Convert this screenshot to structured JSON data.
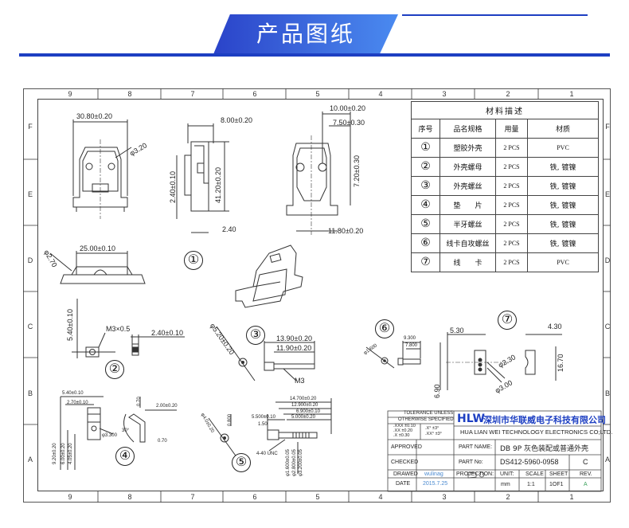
{
  "header": {
    "title": "产品图纸"
  },
  "frame": {
    "columns": [
      "9",
      "8",
      "7",
      "6",
      "5",
      "4",
      "3",
      "2",
      "1"
    ],
    "rows": [
      "F",
      "E",
      "D",
      "C",
      "B",
      "A"
    ]
  },
  "materials": {
    "caption": "材料描述",
    "columns": [
      "序号",
      "品名规格",
      "用量",
      "材质"
    ],
    "rows": [
      {
        "no": "①",
        "name": "塑胶外壳",
        "qty": "2 PCS",
        "mat": "PVC"
      },
      {
        "no": "②",
        "name": "外壳螺母",
        "qty": "2 PCS",
        "mat": "铁, 镀镍"
      },
      {
        "no": "③",
        "name": "外壳螺丝",
        "qty": "2 PCS",
        "mat": "铁, 镀镍"
      },
      {
        "no": "④",
        "name": "垫　　片",
        "qty": "2 PCS",
        "mat": "铁, 镀镍"
      },
      {
        "no": "⑤",
        "name": "半牙螺丝",
        "qty": "2 PCS",
        "mat": "铁, 镀镍"
      },
      {
        "no": "⑥",
        "name": "线卡自攻螺丝",
        "qty": "2 PCS",
        "mat": "铁, 镀镍"
      },
      {
        "no": "⑦",
        "name": "线　　卡",
        "qty": "2 PCS",
        "mat": "PVC"
      }
    ]
  },
  "dims": {
    "d1_width": "30.80±0.20",
    "d1_hole": "φ3.20",
    "d1_side_top": "8.00±0.20",
    "d1_side_h1": "2.40±0.10",
    "d1_side_h2": "41.20±0.20",
    "d1_side_bottom": "2.40",
    "d1_back_top1": "10.00±0.20",
    "d1_back_top2": "7.50±0.30",
    "d1_back_h": "7.20±0.30",
    "d1_back_bottom": "11.80±0.20",
    "d1_top_r": "φ2.70",
    "d1_top_w": "25.00±0.10",
    "p2_h": "5.40±0.10",
    "p2_thread": "M3×0.5",
    "p2_w": "2.40±0.10",
    "p3_d": "φ5.20±0.20",
    "p3_l1": "13.90±0.20",
    "p3_l2": "11.90±0.20",
    "p3_thread": "M3",
    "p6_d": "φ1.600",
    "p6_l1": "9.300",
    "p6_l2": "7.800",
    "p7_w1": "5.30",
    "p7_w2": "4.30",
    "p7_d1": "φ2.30",
    "p7_h": "16.70",
    "p7_d2": "φ3.00",
    "p7_base": "6.90",
    "p4_w1": "5.40±0.10",
    "p4_w2": "2.70±0.10",
    "p4_d": "φ3.300",
    "p4_h1": "9.20±0.20",
    "p4_h2": "6.00±0.20",
    "p4_h3": "4.05±0.20",
    "p4_t": "0.70",
    "p4_ang": "30°",
    "p4_w3": "2.00±0.20",
    "p4_t2": "0.70",
    "p5_d": "φ4.0±0.20",
    "p5_h": "0.800",
    "p5_l1": "14.700±0.20",
    "p5_l2": "12.900±0.20",
    "p5_l3": "6.900±0.10",
    "p5_l4": "5.500±0.10",
    "p5_l5": "5.000±0.20",
    "p5_l6": "1.50",
    "p5_thread": "4-40 UNC",
    "p5_d1": "φ1.600±0.05",
    "p5_d2": "φ2.800±0.05",
    "p5_d3": "φ3.200±0.05"
  },
  "callouts": [
    "①",
    "②",
    "③",
    "④",
    "⑤",
    "⑥",
    "⑦"
  ],
  "title_block": {
    "tolerance_head1": "TOLERANCE UNLESS",
    "tolerance_head2": "OTHERWISE SPECIFIED",
    "tol_x3": ".XXX ±0.10",
    "tol_x2": ".XX ±0.20",
    "tol_x1": ".X ±0.30",
    "tol_ang1": ".X° ±3°",
    "tol_ang2": ".XX° ±3°",
    "logo": "HLW",
    "company_cn": "深圳市华联威电子科技有限公司",
    "company_en": "HUA LIAN WEI TECHNOLOGY ELECTRONICS CO;LTD.",
    "approved_label": "APPROVED",
    "checked_label": "CHECKED",
    "drawed_label": "DRAWED",
    "drawed_value": "wulinag",
    "date_label": "DATE",
    "date_value": "2015.7.25",
    "part_name_label": "PART NAME:",
    "part_name_value": "DB 9P 灰色装配或普通外壳",
    "part_no_label": "PART No:",
    "part_no_value": "DS412-5960-0958",
    "rev_value": "C",
    "projection_label": "PROJECTION:",
    "unit_label": "UNIT:",
    "unit_value": "mm",
    "scale_label": "SCALE",
    "scale_value": "1:1",
    "sheet_label": "SHEET",
    "sheet_value": "1OF1",
    "rev_label": "REV.",
    "rev_small": "A"
  }
}
